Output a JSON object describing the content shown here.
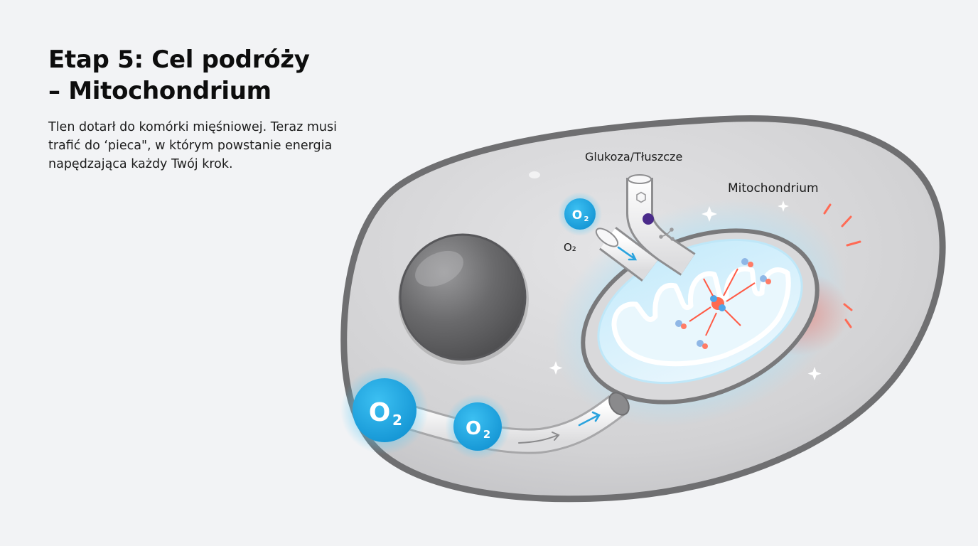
{
  "title": {
    "line1": "Etap 5: Cel podróży",
    "line2": "– Mitochondrium"
  },
  "body": {
    "line1": "Tlen dotarł do komórki mięśniowej. Teraz musi",
    "line2": "trafić do ‘pieca\", w którym powstanie energia",
    "line3": "napędzająca każdy Twój krok."
  },
  "diagram": {
    "label_glucose_fats": "Glukoza/Tłuszcze",
    "label_mitochondrium": "Mitochondrium",
    "label_o2_small": "O₂",
    "molecule_o2": "O",
    "molecule_o2_sub": "2"
  },
  "colors": {
    "oxygen": "#1ea7e1",
    "cell_outline": "#6e6e6e",
    "cell_fill": "#d3d3d5",
    "nucleus": "#5e5e60",
    "mito_glow": "#9fdcf7",
    "energy": "#ff5a45",
    "fuel_molecule": "#4a2a8a"
  }
}
